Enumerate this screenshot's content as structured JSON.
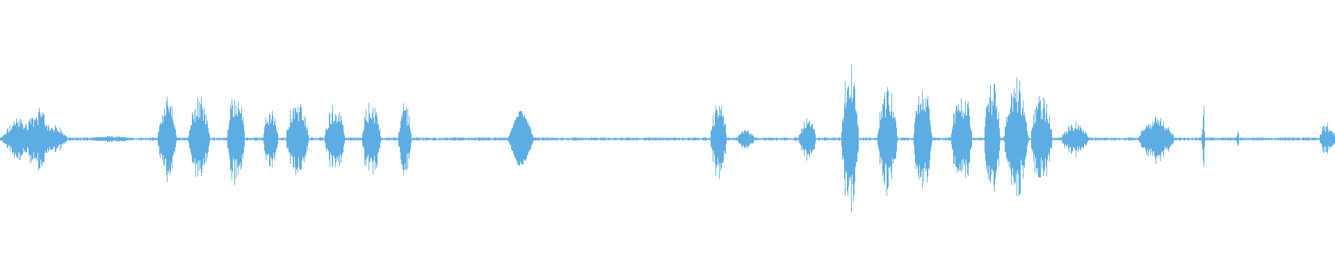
{
  "waveform": {
    "color": "#5dade2",
    "background": "#ffffff",
    "segments": [
      {
        "start": 0.0,
        "end": 0.055,
        "peak": 0.22,
        "shape": "burst"
      },
      {
        "start": 0.068,
        "end": 0.098,
        "peak": 0.02,
        "shape": "hum"
      },
      {
        "start": 0.118,
        "end": 0.132,
        "peak": 0.28,
        "shape": "syllable"
      },
      {
        "start": 0.141,
        "end": 0.157,
        "peak": 0.29,
        "shape": "syllable"
      },
      {
        "start": 0.17,
        "end": 0.183,
        "peak": 0.34,
        "shape": "syllable"
      },
      {
        "start": 0.197,
        "end": 0.208,
        "peak": 0.22,
        "shape": "syllable"
      },
      {
        "start": 0.214,
        "end": 0.231,
        "peak": 0.27,
        "shape": "syllable"
      },
      {
        "start": 0.243,
        "end": 0.258,
        "peak": 0.24,
        "shape": "syllable"
      },
      {
        "start": 0.271,
        "end": 0.285,
        "peak": 0.29,
        "shape": "syllable"
      },
      {
        "start": 0.298,
        "end": 0.308,
        "peak": 0.25,
        "shape": "syllable"
      },
      {
        "start": 0.38,
        "end": 0.4,
        "peak": 0.2,
        "shape": "tone"
      },
      {
        "start": 0.532,
        "end": 0.544,
        "peak": 0.27,
        "shape": "syllable"
      },
      {
        "start": 0.552,
        "end": 0.565,
        "peak": 0.07,
        "shape": "syllable"
      },
      {
        "start": 0.598,
        "end": 0.611,
        "peak": 0.15,
        "shape": "syllable"
      },
      {
        "start": 0.63,
        "end": 0.643,
        "peak": 0.52,
        "shape": "syllable"
      },
      {
        "start": 0.657,
        "end": 0.672,
        "peak": 0.38,
        "shape": "syllable"
      },
      {
        "start": 0.684,
        "end": 0.698,
        "peak": 0.37,
        "shape": "syllable"
      },
      {
        "start": 0.712,
        "end": 0.728,
        "peak": 0.35,
        "shape": "syllable"
      },
      {
        "start": 0.737,
        "end": 0.749,
        "peak": 0.4,
        "shape": "syllable"
      },
      {
        "start": 0.752,
        "end": 0.77,
        "peak": 0.41,
        "shape": "syllable"
      },
      {
        "start": 0.772,
        "end": 0.788,
        "peak": 0.31,
        "shape": "syllable"
      },
      {
        "start": 0.795,
        "end": 0.815,
        "peak": 0.12,
        "shape": "syllable"
      },
      {
        "start": 0.852,
        "end": 0.882,
        "peak": 0.2,
        "shape": "burst"
      },
      {
        "start": 0.9,
        "end": 0.906,
        "peak": 0.28,
        "shape": "click"
      },
      {
        "start": 0.926,
        "end": 0.931,
        "peak": 0.08,
        "shape": "click"
      },
      {
        "start": 0.979,
        "end": 0.981,
        "peak": 0.04,
        "shape": "click"
      },
      {
        "start": 0.988,
        "end": 1.0,
        "peak": 0.12,
        "shape": "syllable"
      }
    ],
    "baseline_noise": 0.012
  }
}
